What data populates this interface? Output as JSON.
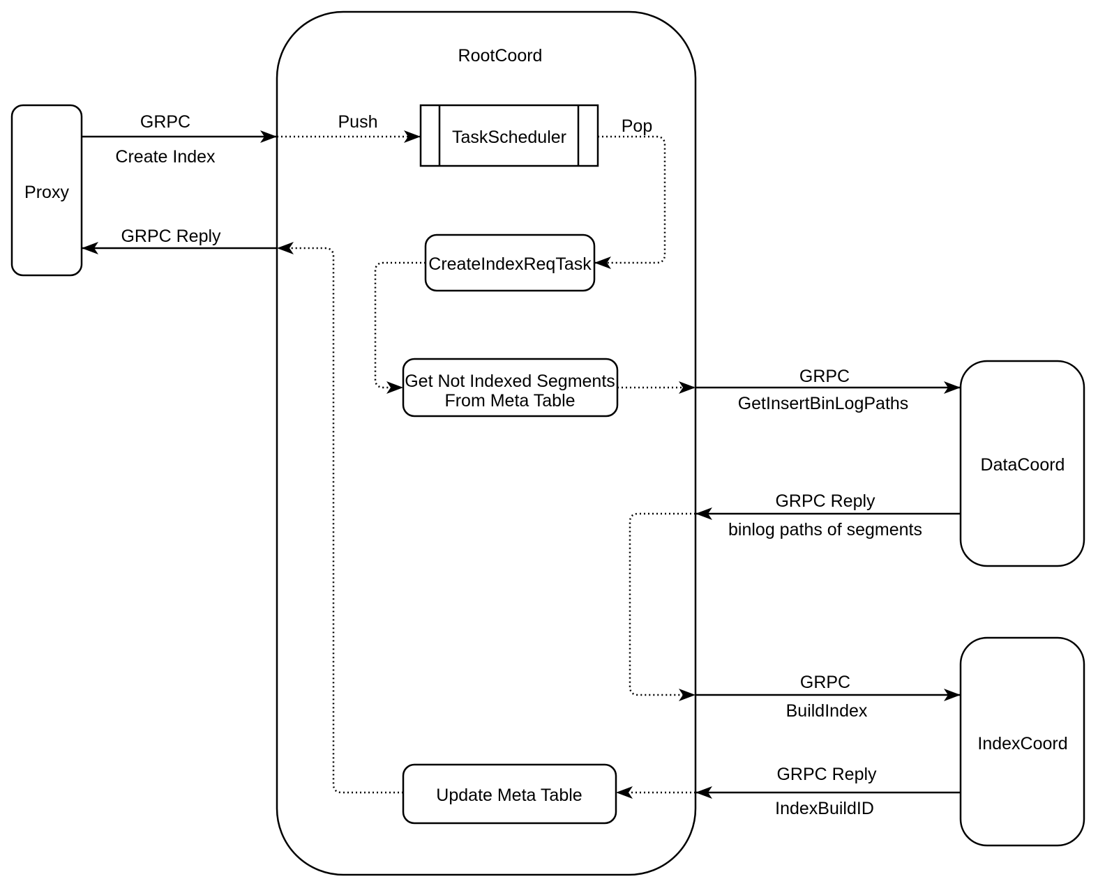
{
  "diagram": {
    "title": "RootCoord",
    "colors": {
      "stroke": "#000000",
      "background": "#ffffff"
    },
    "nodes": {
      "proxy": {
        "label": "Proxy"
      },
      "task_scheduler": {
        "label": "TaskScheduler"
      },
      "create_index_req_task": {
        "label": "CreateIndexReqTask"
      },
      "get_not_indexed_segments": {
        "label_line1": "Get Not Indexed Segments",
        "label_line2": "From Meta Table"
      },
      "update_meta_table": {
        "label": "Update Meta Table"
      },
      "data_coord": {
        "label": "DataCoord"
      },
      "index_coord": {
        "label": "IndexCoord"
      }
    },
    "edges": {
      "create_index": {
        "label_top": "GRPC",
        "label_bottom": "Create Index"
      },
      "push": {
        "label": "Push"
      },
      "pop": {
        "label": "Pop"
      },
      "grpc_reply_proxy": {
        "label": "GRPC Reply"
      },
      "get_insert_binlog_paths": {
        "label_top": "GRPC",
        "label_bottom": "GetInsertBinLogPaths"
      },
      "binlog_paths_reply": {
        "label_top": "GRPC Reply",
        "label_bottom": "binlog paths of segments"
      },
      "build_index": {
        "label_top": "GRPC",
        "label_bottom": "BuildIndex"
      },
      "index_build_id_reply": {
        "label_top": "GRPC Reply",
        "label_bottom": "IndexBuildID"
      }
    }
  }
}
